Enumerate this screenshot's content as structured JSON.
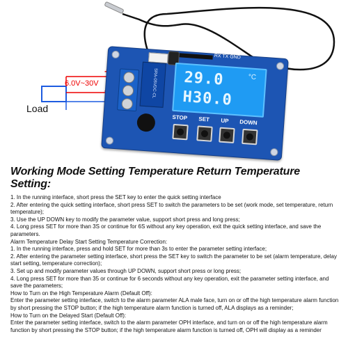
{
  "product": {
    "wiring": {
      "plus": "+",
      "minus": "-",
      "voltage_range": "6.0V~30V",
      "load_label": "Load"
    },
    "board": {
      "connector_label": "RX TX GND",
      "relay_label": "SRA-05VDC-CL",
      "lcd": {
        "line1": "29.0",
        "unit": "°C",
        "line2": "H30.0"
      },
      "buttons": [
        "STOP",
        "SET",
        "UP",
        "DOWN"
      ]
    }
  },
  "description": {
    "title": "Working Mode Setting Temperature Return Temperature Setting:",
    "lines": [
      "1. In the running interface, short press the SET key to enter the quick setting interface",
      "2. After entering the quick setting interface, short press SET to switch the parameters to be set (work mode, set temperature, return temperature);",
      "3. Use the UP DOWN key to modify the parameter value, support short press and long press;",
      "4. Long press SET for more than 3S or continue for 6S without any key operation, exit the quick setting interface, and save the parameters.",
      "Alarm Temperature Delay Start Setting Temperature Correction:",
      "1. In the running interface, press and hold SET for more than 3s to enter the parameter setting interface;",
      "2. After entering the parameter setting interface, short press the SET key to switch the parameter to be set (alarm temperature, delay start setting, temperature correction);",
      "3. Set up and modify parameter values through UP DOWN, support short press or long press;",
      "4. Long press SET for more than 35 or continue for 6 seconds without any key operation, exit the parameter setting interface, and save the parameters;",
      "How to Turn on the High Temperature Alarm (Default Off):",
      "Enter the parameter setting interface, switch to the alarm parameter ALA male face, turn on or off the high temperature alarm function by short pressing the STOP button; if the high temperature alarm function is turned off, ALA displays as a reminder;",
      "How to Turn on the Delayed Start (Default Off):",
      "Enter the parameter setting interface, switch to the alarm parameter OPH interface, and turn on or off the high temperature alarm function by short pressing the STOP button; if the high temperature alarm function is turned off, OPH will display as a reminder"
    ]
  }
}
